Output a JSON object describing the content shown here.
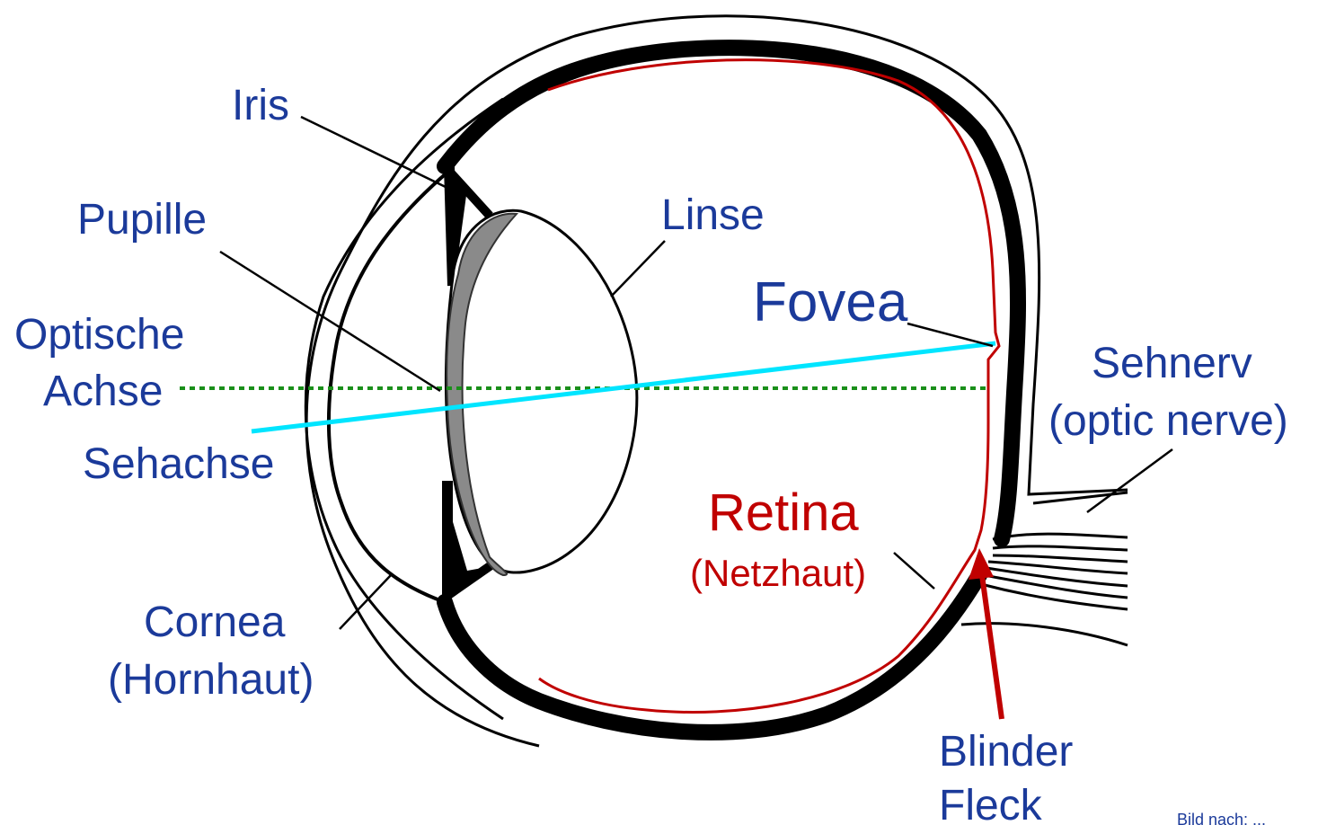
{
  "labels": {
    "iris": "Iris",
    "pupille": "Pupille",
    "optische": "Optische",
    "achse": "Achse",
    "sehachse": "Sehachse",
    "linse": "Linse",
    "fovea": "Fovea",
    "sehnerv": "Sehnerv",
    "optic_nerve": "(optic nerve)",
    "retina": "Retina",
    "netzhaut": "(Netzhaut)",
    "cornea": "Cornea",
    "hornhaut": "(Hornhaut)",
    "blinder": "Blinder",
    "fleck": "Fleck",
    "credit": "Bild nach: ..."
  },
  "colors": {
    "label_blue": "#1b3a9a",
    "retina_red": "#c00000",
    "visual_axis": "#00e5ff",
    "optical_axis": "#1a8f1a",
    "structure": "#000000",
    "lens_fill": "#8a8a8a"
  }
}
